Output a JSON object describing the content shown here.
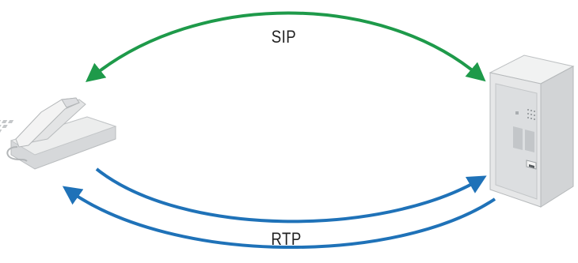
{
  "labels": {
    "signaling": "SIP",
    "media": "RTP"
  },
  "colors": {
    "sip_arrow": "#1e9a4a",
    "rtp_arrow": "#1f72b8",
    "device_body": "#e9eaeb",
    "device_shadow": "#c9cbcd",
    "device_outline": "#b9bcbe"
  },
  "nodes": [
    {
      "id": "phone",
      "icon": "telephone-icon"
    },
    {
      "id": "server",
      "icon": "server-cabinet-icon"
    }
  ],
  "connections": [
    {
      "label": "SIP",
      "from": "phone",
      "to": "server",
      "direction": "bidirectional"
    },
    {
      "label": "RTP",
      "from": "phone",
      "to": "server",
      "direction": "one-way"
    },
    {
      "label": "RTP",
      "from": "server",
      "to": "phone",
      "direction": "one-way"
    }
  ]
}
